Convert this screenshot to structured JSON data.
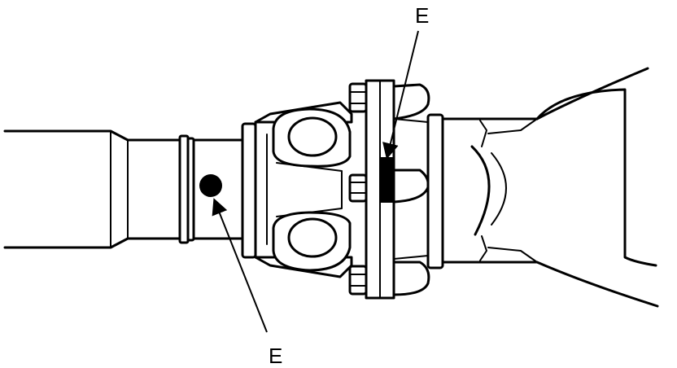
{
  "callouts": [
    {
      "id": "top",
      "label": "E"
    },
    {
      "id": "bottom",
      "label": "E"
    }
  ],
  "colors": {
    "line": "#000000",
    "background": "#ffffff"
  }
}
